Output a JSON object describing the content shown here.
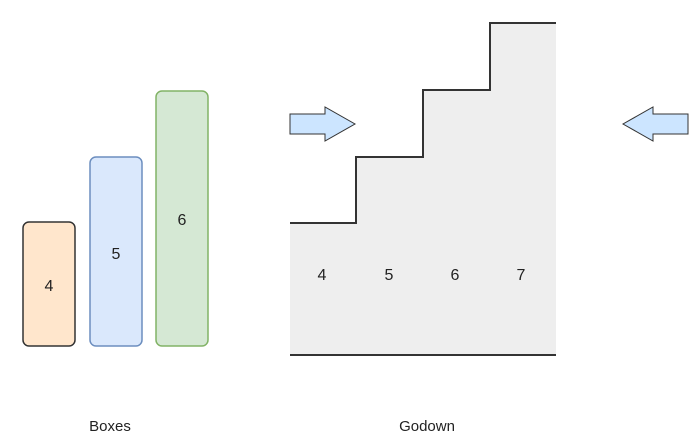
{
  "boxes": {
    "label": "Boxes",
    "items": [
      {
        "value": "4",
        "fill": "#ffe6cc",
        "stroke": "#333333"
      },
      {
        "value": "5",
        "fill": "#dae8fc",
        "stroke": "#6c8ebf"
      },
      {
        "value": "6",
        "fill": "#d5e8d4",
        "stroke": "#82b366"
      }
    ]
  },
  "godown": {
    "label": "Godown",
    "fill": "#eeeeee",
    "slots": [
      "4",
      "5",
      "6",
      "7"
    ]
  },
  "arrows": {
    "fill": "#cce5ff",
    "stroke": "#333333"
  }
}
